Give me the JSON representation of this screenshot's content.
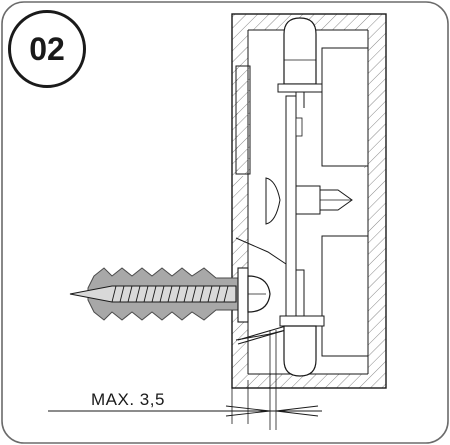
{
  "step": {
    "number": "02"
  },
  "dimension": {
    "label": "MAX. 3,5"
  },
  "colors": {
    "line": "#1a1a1a",
    "hatch": "#6a6a6a",
    "frame": "#6b6b6b",
    "screw": "#d9d9d9",
    "anchor": "#a8a8a8"
  },
  "icons": [
    "wall-plug-anchor",
    "wood-screw",
    "sensor-housing",
    "led-lens"
  ]
}
